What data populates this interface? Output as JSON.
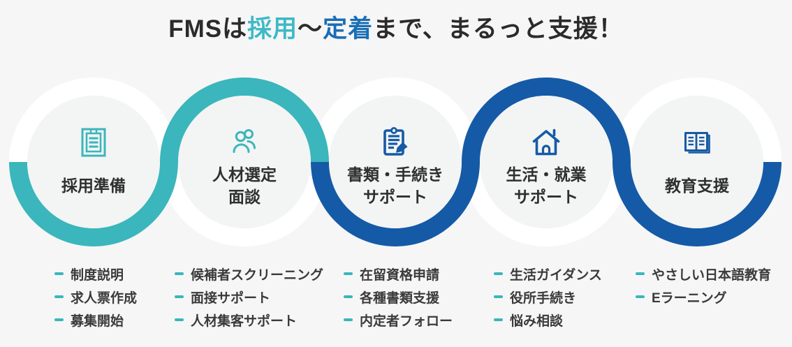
{
  "title": {
    "parts": [
      {
        "text": "FMSは",
        "tone": "dark"
      },
      {
        "text": "採用",
        "tone": "teal"
      },
      {
        "text": "〜",
        "tone": "dark"
      },
      {
        "text": "定着",
        "tone": "blue"
      },
      {
        "text": "まで、まるっと支援！",
        "tone": "dark"
      }
    ]
  },
  "colors": {
    "teal": "#3ab6bc",
    "blue": "#155aa6",
    "title_teal": "#3eb9c6",
    "title_blue": "#1a6eb4",
    "text": "#333333",
    "bg": "#f6f6f7",
    "circle": "#f3f4f4",
    "ring_white": "#ffffff"
  },
  "steps": [
    {
      "icon": "clipboard-icon",
      "label_lines": [
        "採用準備"
      ],
      "items": [
        "制度説明",
        "求人票作成",
        "募集開始"
      ]
    },
    {
      "icon": "people-icon",
      "label_lines": [
        "人材選定",
        "面談"
      ],
      "items": [
        "候補者スクリーニング",
        "面接サポート",
        "人材集客サポート"
      ]
    },
    {
      "icon": "document-pen-icon",
      "label_lines": [
        "書類・手続き",
        "サポート"
      ],
      "items": [
        "在留資格申請",
        "各種書類支援",
        "内定者フォロー"
      ]
    },
    {
      "icon": "house-icon",
      "label_lines": [
        "生活・就業",
        "サポート"
      ],
      "items": [
        "生活ガイダンス",
        "役所手続き",
        "悩み相談"
      ]
    },
    {
      "icon": "book-icon",
      "label_lines": [
        "教育支援"
      ],
      "items": [
        "やさしい日本語教育",
        "Eラーニング"
      ]
    }
  ]
}
